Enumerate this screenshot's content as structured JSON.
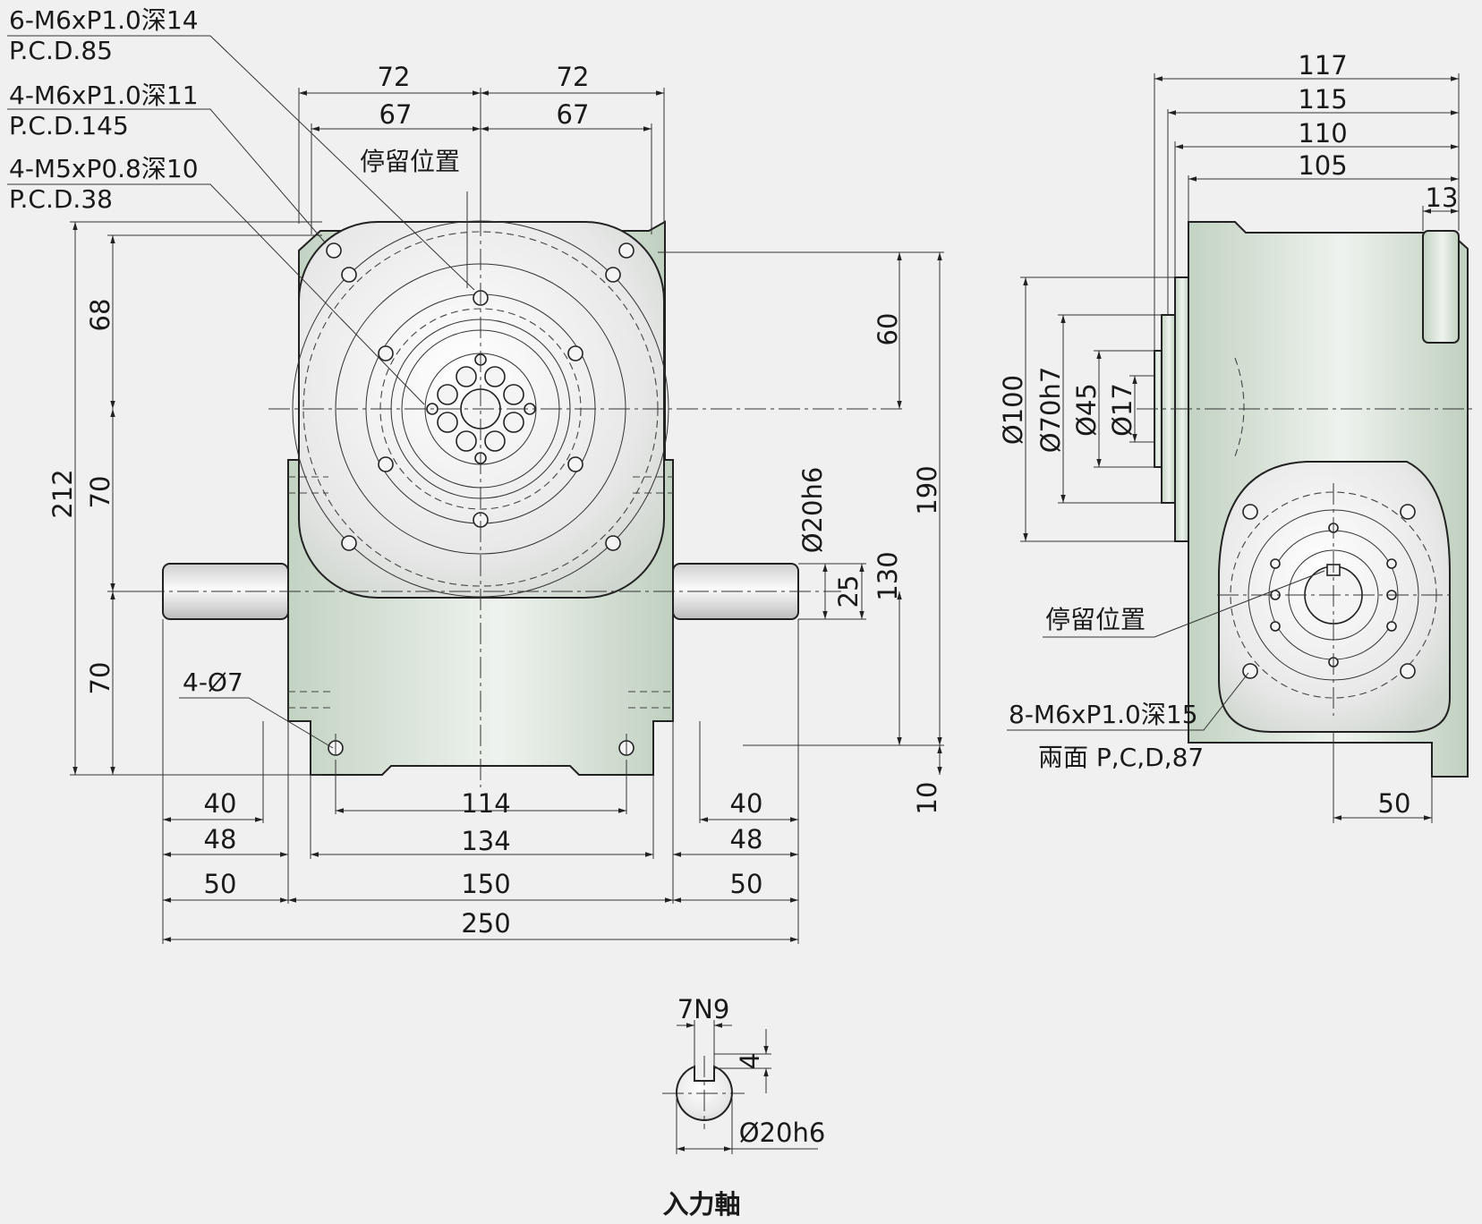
{
  "front_view": {
    "callouts": {
      "tap_6_m6": "6-M6xP1.0深14",
      "pcd_85": "P.C.D.85",
      "tap_4_m6": "4-M6xP1.0深11",
      "pcd_145": "P.C.D.145",
      "tap_4_m5": "4-M5xP0.8深10",
      "pcd_38": "P.C.D.38",
      "stop_position": "停留位置",
      "mount_holes": "4-Ø7"
    },
    "dims": {
      "top_72_left": "72",
      "top_72_right": "72",
      "top_67_left": "67",
      "top_67_right": "67",
      "left_212": "212",
      "left_68": "68",
      "left_70_upper": "70",
      "left_70_lower": "70",
      "right_60": "60",
      "right_190": "190",
      "right_130": "130",
      "right_10": "10",
      "shaft_25": "25",
      "shaft_dia": "Ø20h6",
      "bottom_40_left": "40",
      "bottom_48_left": "48",
      "bottom_50_left": "50",
      "bottom_114": "114",
      "bottom_134": "134",
      "bottom_150": "150",
      "bottom_40_right": "40",
      "bottom_48_right": "48",
      "bottom_50_right": "50",
      "bottom_250": "250"
    }
  },
  "side_view": {
    "dims": {
      "top_117": "117",
      "top_115": "115",
      "top_110": "110",
      "top_105": "105",
      "top_13": "13",
      "dia_100": "Ø100",
      "dia_70h7": "Ø70h7",
      "dia_45": "Ø45",
      "dia_17": "Ø17",
      "bottom_50": "50"
    },
    "callouts": {
      "stop_position": "停留位置",
      "tap_8_m6": "8-M6xP1.0深15",
      "both_sides_pcd": "兩面 P,C,D,87"
    }
  },
  "input_shaft": {
    "key_width": "7N9",
    "key_depth": "4",
    "diameter": "Ø20h6",
    "caption": "入力軸"
  },
  "colors": {
    "background": "#f0f0f0",
    "housing_green": "#c9d8c9",
    "plate_grey": "#e8e8e8",
    "line": "#222222"
  }
}
